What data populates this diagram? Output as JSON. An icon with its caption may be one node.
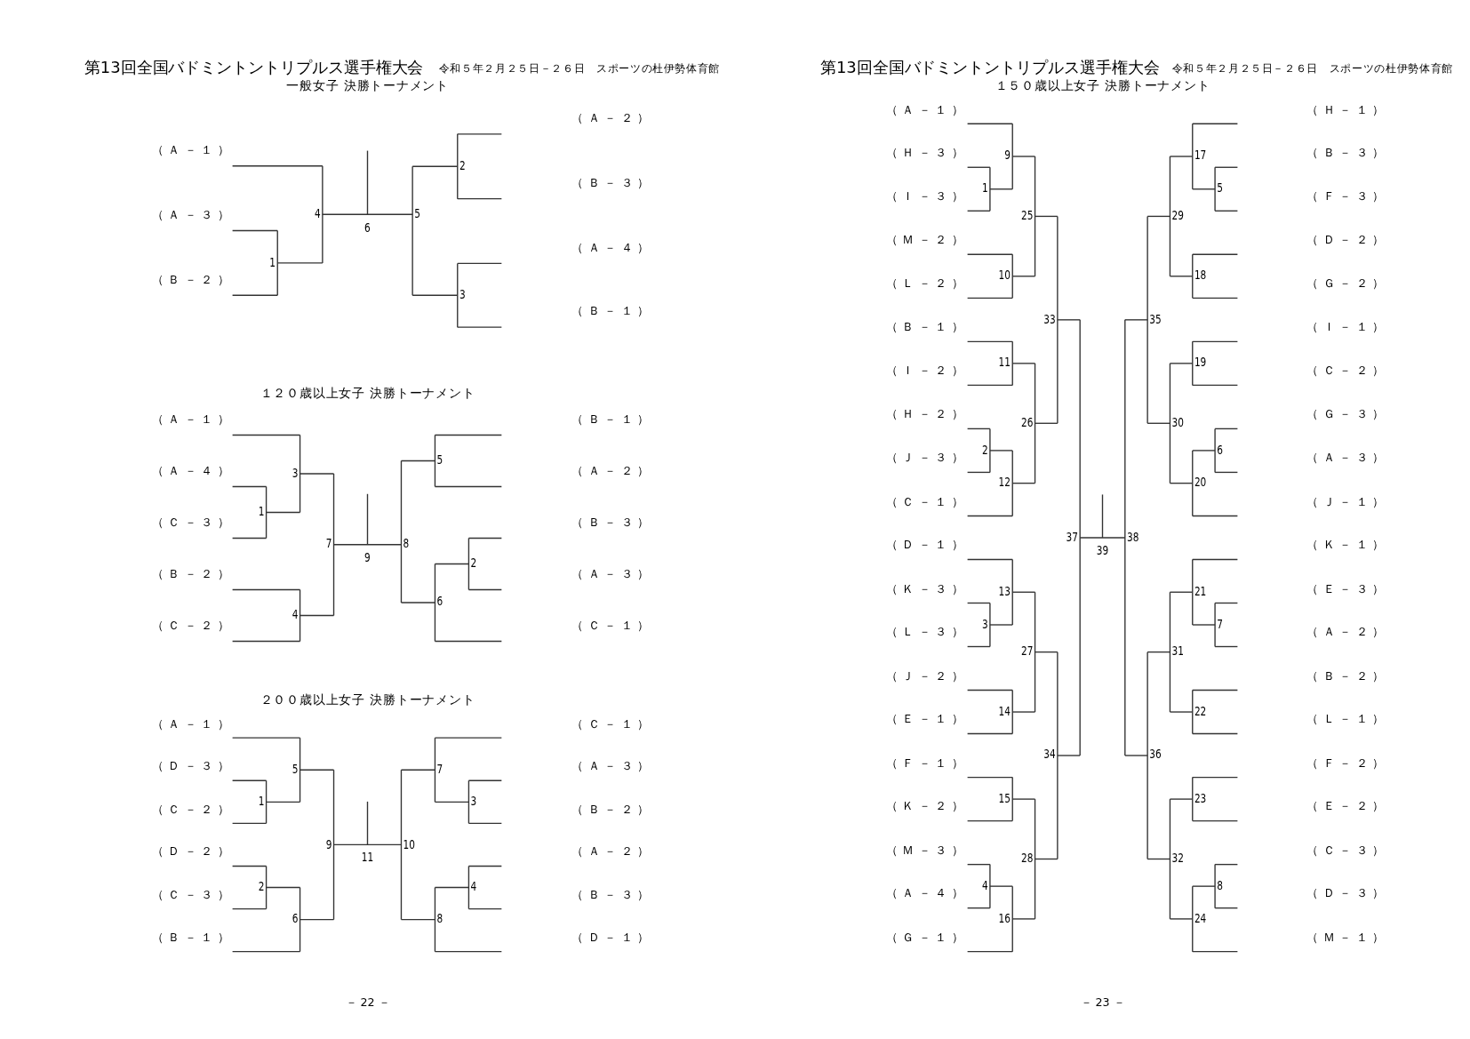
{
  "diagram": {
    "labels": [
      "第13回全国バドミントントリプルス選手権大会",
      "令和５年２月２５日－２６日　スポーツの杜伊勢体育館",
      "一般女子 決勝トーナメント",
      "（Ａ－１）",
      "（Ａ－３）",
      "（Ｂ－２）",
      "（Ａ－２）",
      "（Ｂ－３）",
      "（Ａ－４）",
      "（Ｂ－１）",
      "1",
      "2",
      "3",
      "4",
      "5",
      "6",
      "１２０歳以上女子 決勝トーナメント",
      "（Ａ－１）",
      "（Ａ－４）",
      "（Ｃ－３）",
      "（Ｂ－２）",
      "（Ｃ－２）",
      "（Ｂ－１）",
      "（Ａ－２）",
      "（Ｂ－３）",
      "（Ａ－３）",
      "（Ｃ－１）",
      "1",
      "2",
      "3",
      "4",
      "5",
      "6",
      "7",
      "8",
      "9",
      "２００歳以上女子 決勝トーナメント",
      "（Ａ－１）",
      "（Ｄ－３）",
      "（Ｃ－２）",
      "（Ｄ－２）",
      "（Ｃ－３）",
      "（Ｂ－１）",
      "（Ｃ－１）",
      "（Ａ－３）",
      "（Ｂ－２）",
      "（Ａ－２）",
      "（Ｂ－３）",
      "（Ｄ－１）",
      "1",
      "2",
      "3",
      "4",
      "5",
      "6",
      "7",
      "8",
      "9",
      "10",
      "11",
      "－ 22 －",
      "第13回全国バドミントントリプルス選手権大会",
      "令和５年２月２５日－２６日　スポーツの杜伊勢体育館",
      "１５０歳以上女子 決勝トーナメント",
      "（Ａ－１）",
      "（Ｈ－３）",
      "（Ｉ－３）",
      "（Ｍ－２）",
      "（Ｌ－２）",
      "（Ｂ－１）",
      "（Ｉ－２）",
      "（Ｈ－２）",
      "（Ｊ－３）",
      "（Ｃ－１）",
      "（Ｄ－１）",
      "（Ｋ－３）",
      "（Ｌ－３）",
      "（Ｊ－２）",
      "（Ｅ－１）",
      "（Ｆ－１）",
      "（Ｋ－２）",
      "（Ｍ－３）",
      "（Ａ－４）",
      "（Ｇ－１）",
      "（Ｈ－１）",
      "（Ｂ－３）",
      "（Ｆ－３）",
      "（Ｄ－２）",
      "（Ｇ－２）",
      "（Ｉ－１）",
      "（Ｃ－２）",
      "（Ｇ－３）",
      "（Ａ－３）",
      "（Ｊ－１）",
      "（Ｋ－１）",
      "（Ｅ－３）",
      "（Ａ－２）",
      "（Ｂ－２）",
      "（Ｌ－１）",
      "（Ｆ－２）",
      "（Ｅ－２）",
      "（Ｃ－３）",
      "（Ｄ－３）",
      "（Ｍ－１）",
      "1",
      "2",
      "3",
      "4",
      "5",
      "6",
      "7",
      "8",
      "9",
      "10",
      "11",
      "12",
      "13",
      "14",
      "15",
      "16",
      "17",
      "18",
      "19",
      "20",
      "21",
      "22",
      "23",
      "24",
      "25",
      "26",
      "27",
      "28",
      "29",
      "30",
      "31",
      "32",
      "33",
      "34",
      "35",
      "36",
      "37",
      "38",
      "39",
      "－ 23 －"
    ]
  }
}
